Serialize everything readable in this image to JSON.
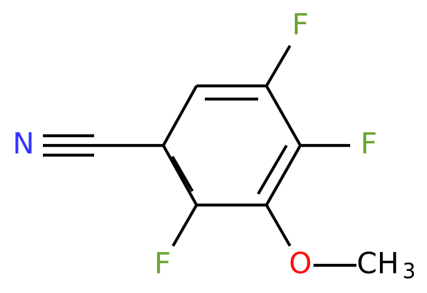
{
  "atoms": {
    "n_label": "N",
    "f_top_label": "F",
    "f_right_label": "F",
    "f_bottom_left_label": "F",
    "o_label": "O",
    "methyl_c_label": "CH",
    "methyl_sub_label": "3"
  },
  "colors": {
    "bond": "#000000",
    "nitrogen": "#3333ff",
    "fluorine": "#6aa532",
    "oxygen": "#ff0d0d",
    "carbon": "#000000"
  }
}
